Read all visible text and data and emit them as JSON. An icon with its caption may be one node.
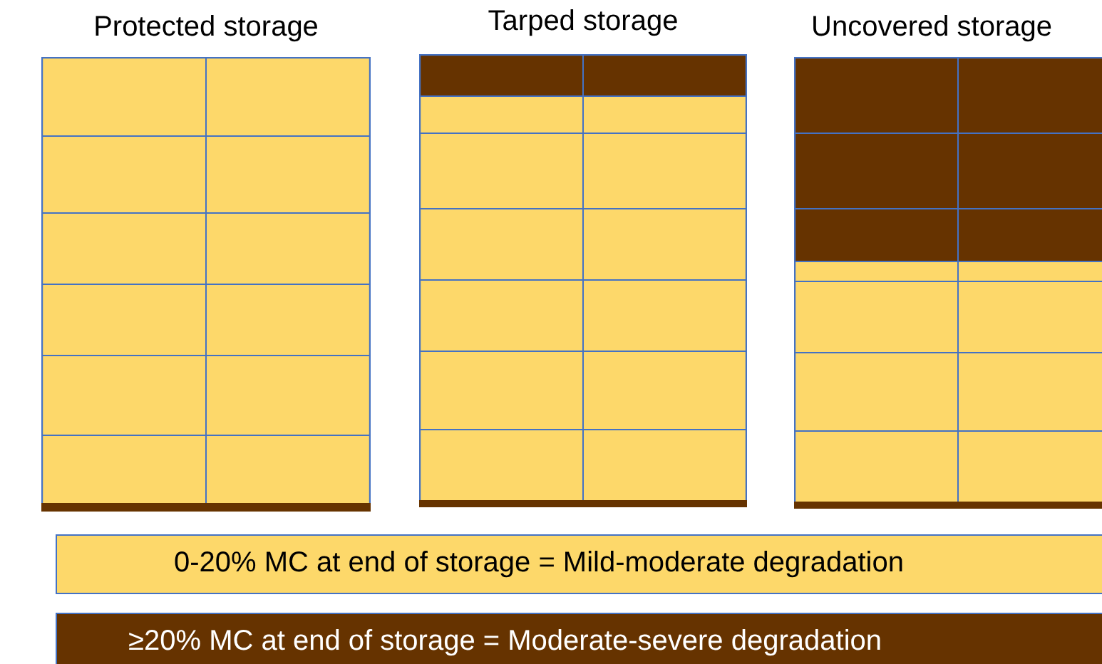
{
  "diagram": {
    "nodes": [
      {
        "text": [
          "Protected storage"
        ]
      },
      {
        "text": [
          "Tarped storage"
        ]
      },
      {
        "text": [
          "Uncovered storage"
        ]
      }
    ],
    "legend": [
      {
        "text": "0-20% MC at end of storage = Mild-moderate degradation",
        "color": "#fdd86a"
      },
      {
        "text": "≥20% MC at end of storage = Moderate-severe degradation",
        "color": "#663300"
      }
    ]
  }
}
